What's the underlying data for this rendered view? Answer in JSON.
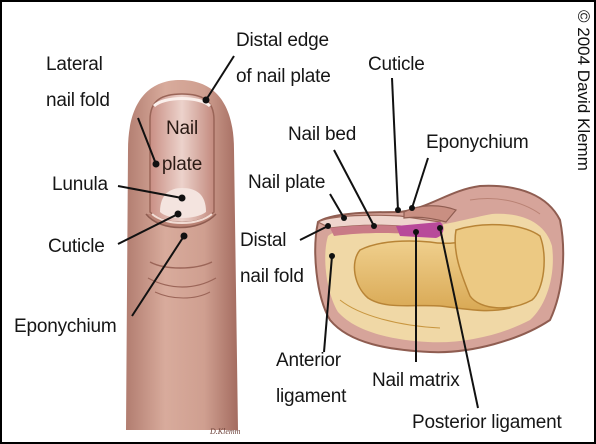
{
  "labels": {
    "lateral_nail_fold_1": "Lateral",
    "lateral_nail_fold_2": "nail fold",
    "distal_edge_1": "Distal edge",
    "distal_edge_2": "of nail plate",
    "nail_plate_in_1": "Nail",
    "nail_plate_in_2": "plate",
    "lunula": "Lunula",
    "cuticle_left": "Cuticle",
    "eponychium_left": "Eponychium",
    "cuticle_right": "Cuticle",
    "nail_bed": "Nail bed",
    "eponychium_right": "Eponychium",
    "nail_plate_right": "Nail plate",
    "distal_nail_fold_1": "Distal",
    "distal_nail_fold_2": "nail fold",
    "anterior_ligament_1": "Anterior",
    "anterior_ligament_2": "ligament",
    "nail_matrix": "Nail matrix",
    "posterior_ligament": "Posterior ligament"
  },
  "copyright": "© 2004 David Klemm",
  "colors": {
    "skin": "#cf9f90",
    "skin_shadow": "#a66e62",
    "nail_plate": "#e8c9c1",
    "lunula": "#f4e4df",
    "bone": "#e7c27a",
    "bone_dark": "#c8963f",
    "matrix": "#b84a9a"
  }
}
